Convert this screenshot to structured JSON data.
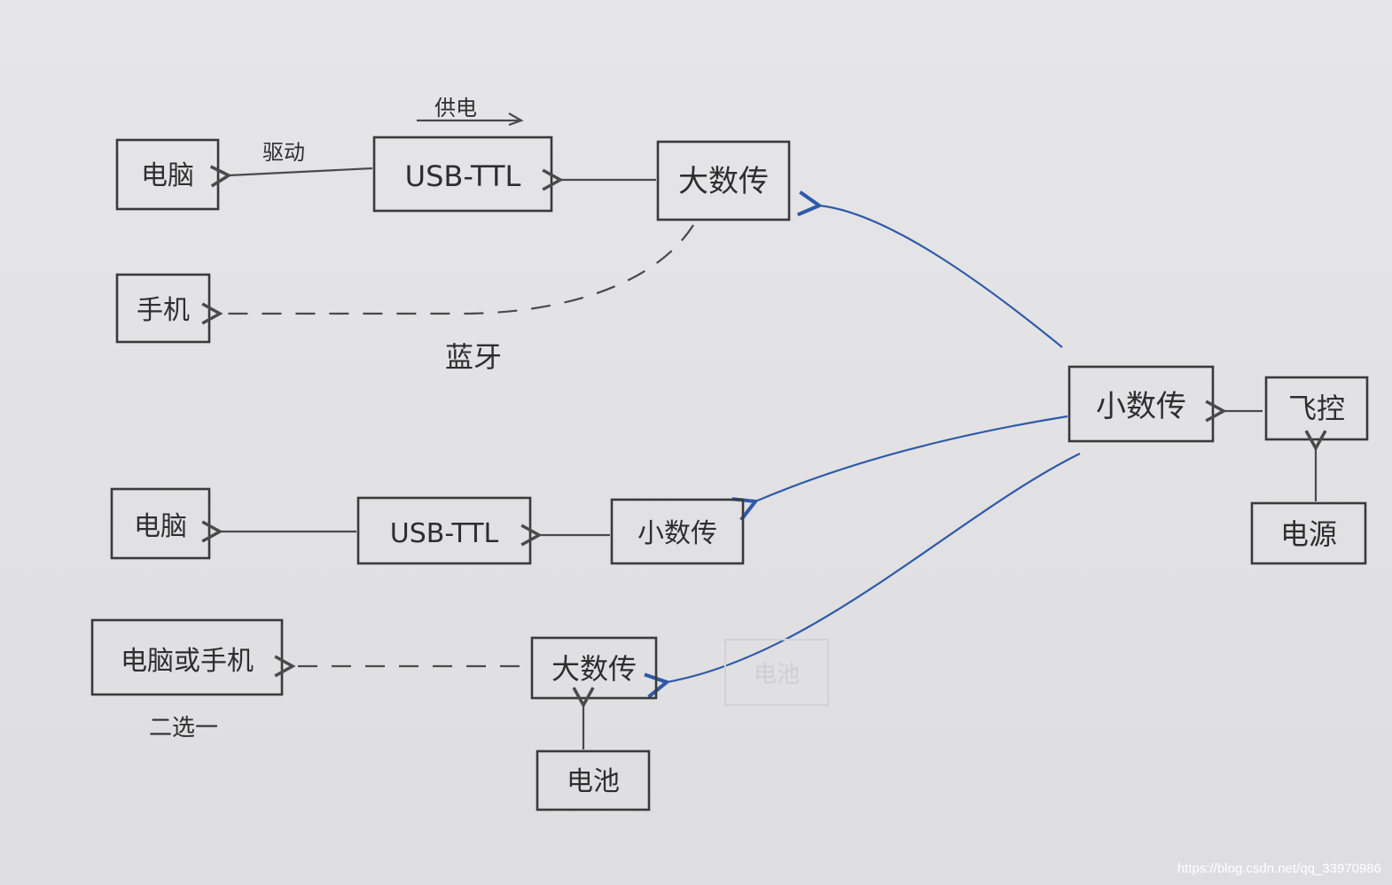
{
  "boxes": {
    "pc_top": "电脑",
    "usb_ttl_top": "USB-TTL",
    "big_radio_top": "大数传",
    "phone": "手机",
    "small_radio_right": "小数传",
    "flight_controller": "飞控",
    "power": "电源",
    "pc_middle": "电脑",
    "usb_ttl_middle": "USB-TTL",
    "small_radio_middle": "小数传",
    "pc_or_phone": "电脑或手机",
    "big_radio_bottom": "大数传",
    "battery": "电池",
    "faint_box": "电池"
  },
  "labels": {
    "power_supply": "供电",
    "driver": "驱动",
    "bluetooth": "蓝牙",
    "choose_one": "二选一"
  },
  "watermark": "https://blog.csdn.net/qq_33970986",
  "colors": {
    "pencil": "#3a3a3a",
    "blue_ink": "#2f5aa8",
    "paper": "#e3e3e5"
  }
}
